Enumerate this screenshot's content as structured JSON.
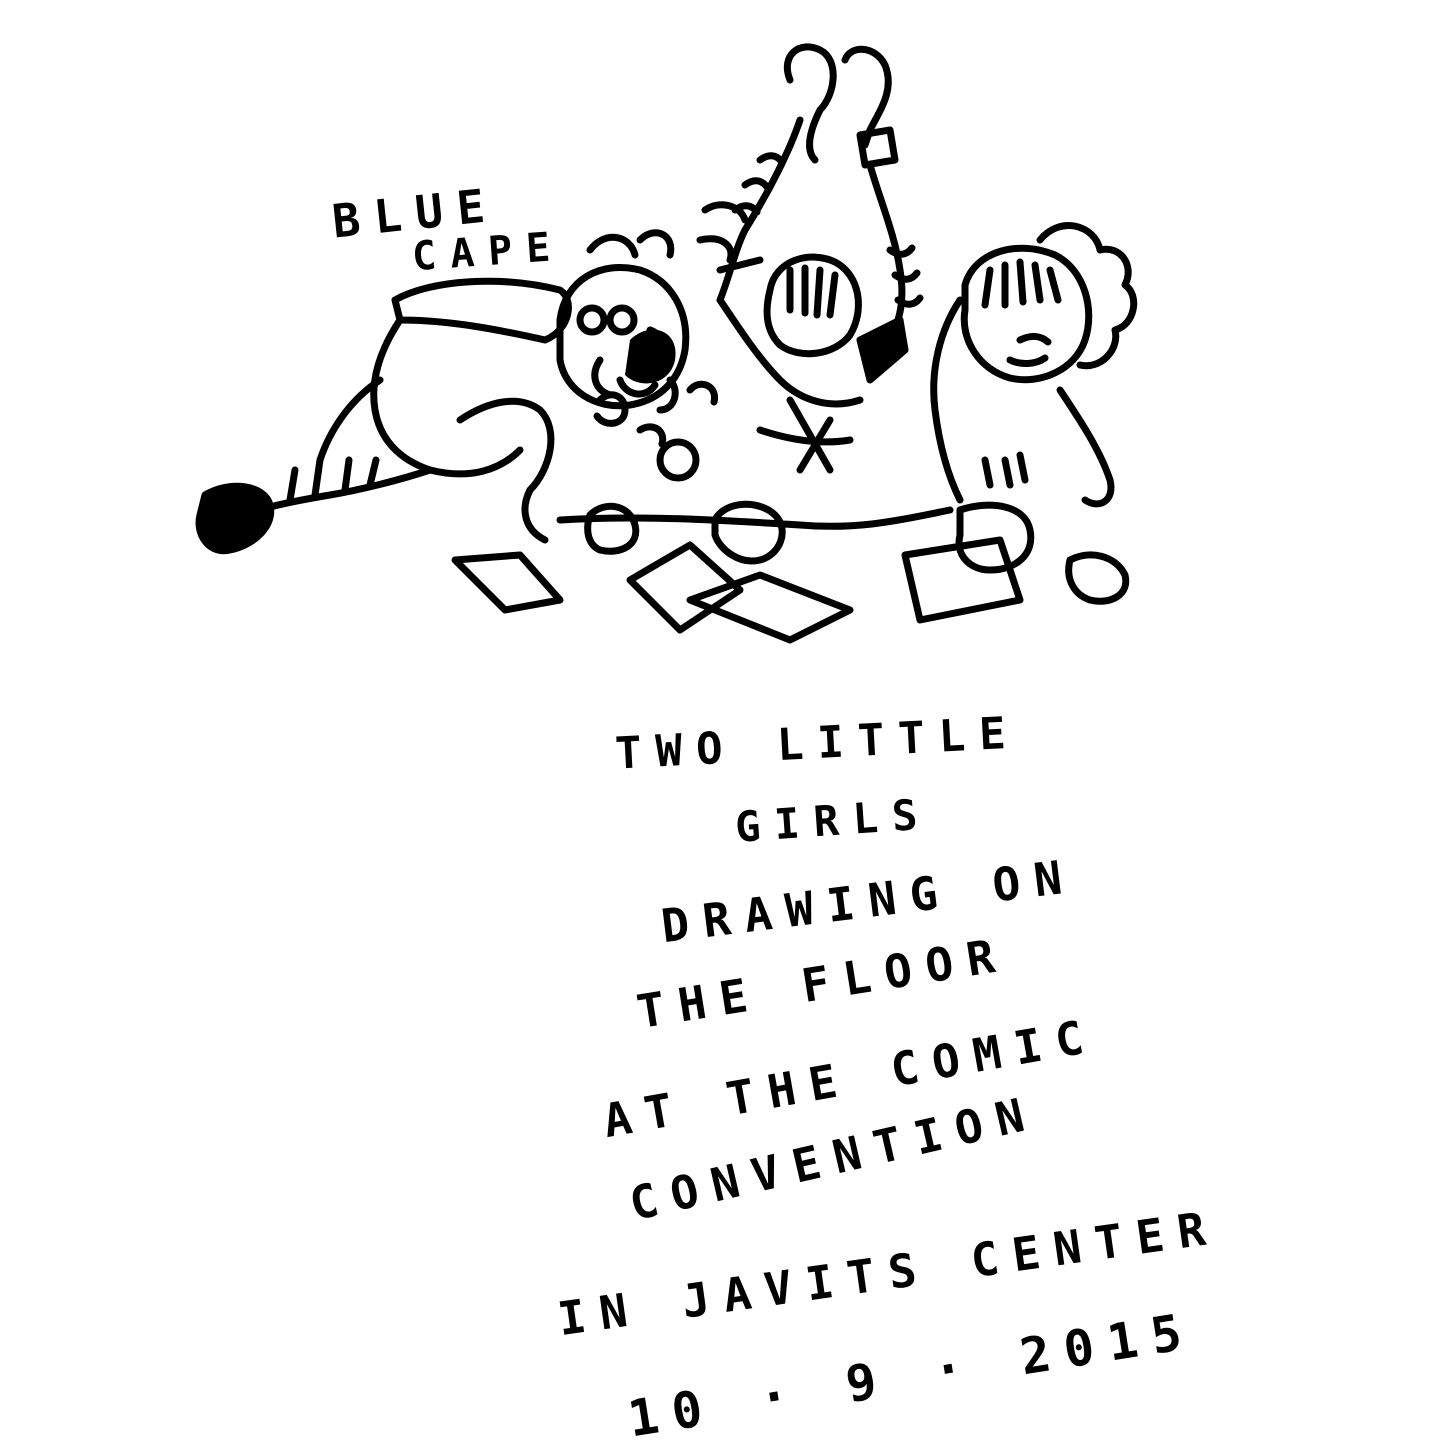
{
  "drawing": {
    "label_top": "BLUE",
    "label_bottom": "CAPE"
  },
  "caption": {
    "lines": [
      "TWO LITTLE",
      "GIRLS",
      "DRAWING ON",
      "THE FLOOR",
      "AT THE COMIC",
      "CONVENTION",
      "IN JAVITS CENTER",
      "10 · 9 · 2015"
    ]
  },
  "colors": {
    "ink": "#000000",
    "paper": "#ffffff"
  }
}
